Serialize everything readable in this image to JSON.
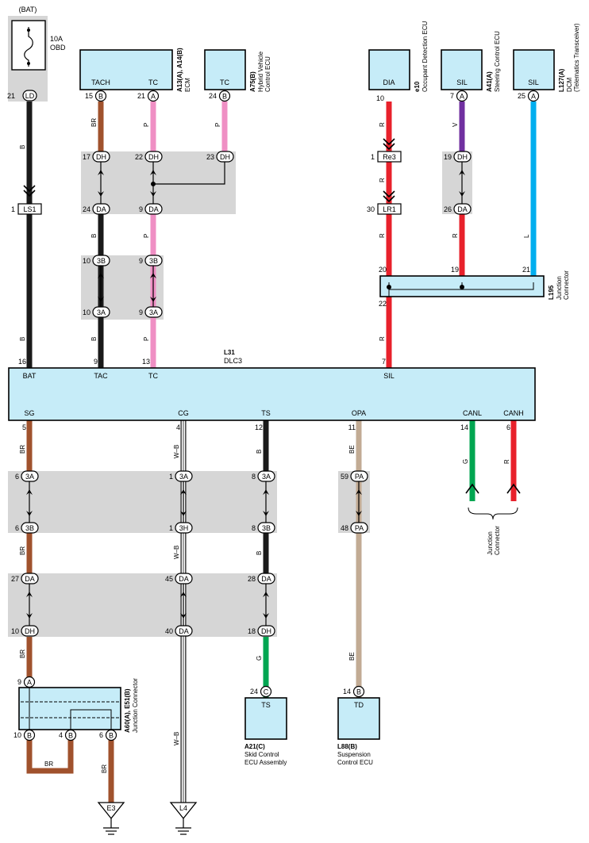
{
  "diagram": {
    "fuse": {
      "supply": "(BAT)",
      "rating": "10A",
      "name": "OBD"
    },
    "components": {
      "ecm": {
        "code": "A13(A), A14(B)",
        "name": "ECM",
        "terminals": [
          "TACH",
          "TC"
        ]
      },
      "hv_ecu": {
        "code": "A75(B)",
        "name_lines": [
          "Hybrid Vehicle",
          "Control ECU"
        ],
        "terminal": "TC"
      },
      "occupant": {
        "code": "e10",
        "name": "Occupant Detection ECU",
        "terminal": "DIA"
      },
      "steering": {
        "code": "A41(A)",
        "name": "Steering Control ECU",
        "terminal": "SIL"
      },
      "dcm": {
        "code": "L127(A)",
        "name_lines": [
          "DCM",
          "(Telematics Transceiver)"
        ],
        "terminal": "SIL"
      },
      "dlc3": {
        "code": "L31",
        "name": "DLC3",
        "top_terminals": [
          "BAT",
          "TAC",
          "TC",
          "SIL"
        ],
        "bottom_terminals": [
          "SG",
          "CG",
          "TS",
          "OPA",
          "CANL",
          "CANH"
        ]
      },
      "l195": {
        "code": "L195",
        "name_lines": [
          "Junction",
          "Connector"
        ]
      },
      "a60": {
        "code": "A60(A), E51(B)",
        "name": "Junction Connector"
      },
      "skid": {
        "code": "A21(C)",
        "name_lines": [
          "Skid Control",
          "ECU Assembly"
        ],
        "terminal": "TS"
      },
      "susp": {
        "code": "L88(B)",
        "name_lines": [
          "Suspension",
          "Control ECU"
        ],
        "terminal": "TD"
      },
      "can_junction": {
        "name_lines": [
          "Junction",
          "Connector"
        ]
      }
    },
    "grounds": [
      "E3",
      "L4"
    ],
    "connector_ids": {
      "LD": "LD",
      "LS1": "LS1",
      "Re3": "Re3",
      "LR1": "LR1",
      "DH": "DH",
      "DA": "DA",
      "B3B": "3B",
      "B3A": "3A",
      "B3H": "3H",
      "A": "A",
      "B": "B",
      "C": "C",
      "PA": "PA"
    },
    "pin_numbers": {
      "p1": "1",
      "p4": "4",
      "p5": "5",
      "p6": "6",
      "p7": "7",
      "p8": "8",
      "p9": "9",
      "p10": "10",
      "p11": "11",
      "p12": "12",
      "p13": "13",
      "p14": "14",
      "p15": "15",
      "p16": "16",
      "p17": "17",
      "p18": "18",
      "p19": "19",
      "p20": "20",
      "p21": "21",
      "p22": "22",
      "p23": "23",
      "p24": "24",
      "p25": "25",
      "p26": "26",
      "p27": "27",
      "p28": "28",
      "p30": "30",
      "p40": "40",
      "p45": "45",
      "p48": "48",
      "p59": "59"
    },
    "wire_codes": {
      "B": "B",
      "BR": "BR",
      "P": "P",
      "R": "R",
      "V": "V",
      "L": "L",
      "WB": "W–B",
      "BE": "BE",
      "G": "G"
    },
    "wire_colors": {
      "B": "#1a1a1a",
      "BR": "#a0522d",
      "P": "#ef8fc4",
      "R": "#e8212b",
      "V": "#7030a0",
      "L": "#00aeef",
      "BE": "#c2ab94",
      "G": "#00a651",
      "WB": "#ffffff"
    },
    "fill_colors": {
      "component": "#c6ecf8",
      "group": "#d6d6d6"
    }
  }
}
